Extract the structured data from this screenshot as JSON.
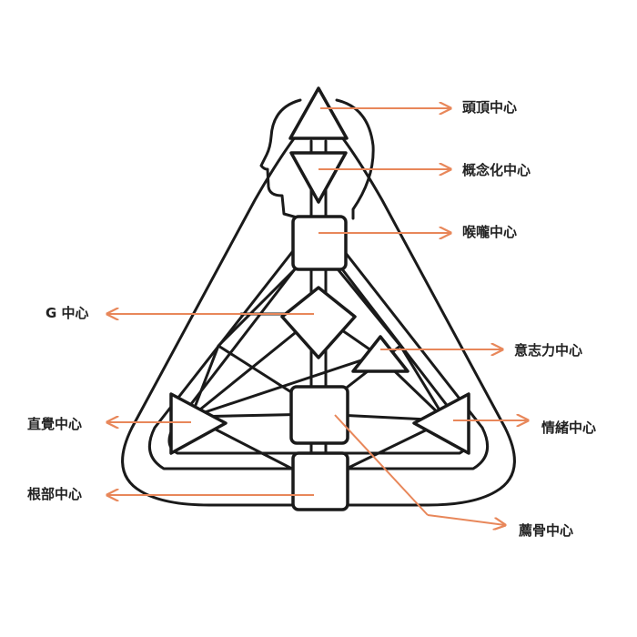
{
  "diagram": {
    "accent_color": "#e8875a",
    "centers": [
      {
        "id": "head",
        "label": "頭頂中心"
      },
      {
        "id": "ajna",
        "label": "概念化中心"
      },
      {
        "id": "throat",
        "label": "喉嚨中心"
      },
      {
        "id": "g",
        "label": "G 中心"
      },
      {
        "id": "will",
        "label": "意志力中心"
      },
      {
        "id": "spleen",
        "label": "直覺中心"
      },
      {
        "id": "solar",
        "label": "情緒中心"
      },
      {
        "id": "root",
        "label": "根部中心"
      },
      {
        "id": "sacral",
        "label": "薦骨中心"
      }
    ]
  }
}
